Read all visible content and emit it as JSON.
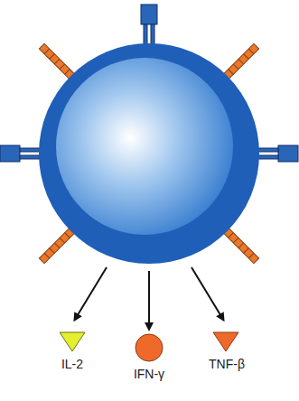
{
  "diagram": {
    "labels": [
      "IL-2",
      "IFN-γ",
      "TNF-β"
    ]
  }
}
